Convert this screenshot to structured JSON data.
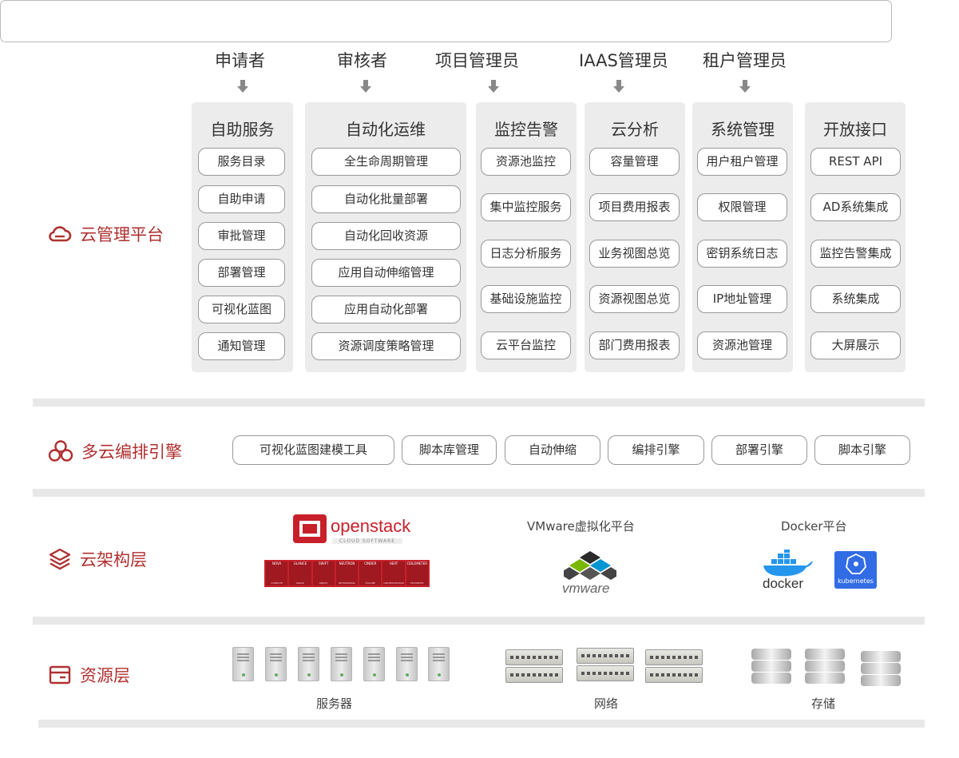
{
  "roles": [
    "申请者",
    "审核者",
    "项目管理员",
    "IAAS管理员",
    "租户管理员"
  ],
  "layers": {
    "cloud_mgmt": "云管理平台",
    "orchestration": "多云编排引擎",
    "cloud_arch": "云架构层",
    "resource": "资源层"
  },
  "columns": [
    {
      "title": "自助服务",
      "items": [
        "服务目录",
        "自助申请",
        "审批管理",
        "部署管理",
        "可视化蓝图",
        "通知管理"
      ]
    },
    {
      "title": "自动化运维",
      "items": [
        "全生命周期管理",
        "自动化批量部署",
        "自动化回收资源",
        "应用自动伸缩管理",
        "应用自动化部署",
        "资源调度策略管理"
      ]
    },
    {
      "title": "监控告警",
      "items": [
        "资源池监控",
        "集中监控服务",
        "日志分析服务",
        "基础设施监控",
        "云平台监控"
      ]
    },
    {
      "title": "云分析",
      "items": [
        "容量管理",
        "项目费用报表",
        "业务视图总览",
        "资源视图总览",
        "部门费用报表"
      ]
    },
    {
      "title": "系统管理",
      "items": [
        "用户租户管理",
        "权限管理",
        "密钥系统日志",
        "IP地址管理",
        "资源池管理"
      ]
    },
    {
      "title": "开放接口",
      "items": [
        "REST API",
        "AD系统集成",
        "监控告警集成",
        "系统集成",
        "大屏展示"
      ]
    }
  ],
  "engine_items": [
    "可视化蓝图建模工具",
    "脚本库管理",
    "自动伸缩",
    "编排引擎",
    "部署引擎",
    "脚本引擎"
  ],
  "arch": {
    "openstack_logo": "openstack",
    "openstack_sub": "CLOUD SOFTWARE",
    "openstack_modules": [
      "NOVA",
      "GLANCE",
      "SWIFT",
      "NEUTRON",
      "CINDER",
      "HEAT",
      "CEILOMETER"
    ],
    "openstack_module_subs": [
      "COMPUTE",
      "IMAGE",
      "OBJECT",
      "NETWORKING",
      "VOLUME",
      "ORCHESTRATION",
      "TELEMETRY"
    ],
    "vmware_title": "VMware虚拟化平台",
    "vmware_logo": "vmware",
    "docker_title": "Docker平台",
    "docker_logo": "docker",
    "kubernetes_logo": "kubernetes"
  },
  "resources": {
    "servers": "服务器",
    "network": "网络",
    "storage": "存储"
  },
  "colors": {
    "accent": "#b03030",
    "panel": "#ececec",
    "openstack_red": "#c8202a"
  }
}
